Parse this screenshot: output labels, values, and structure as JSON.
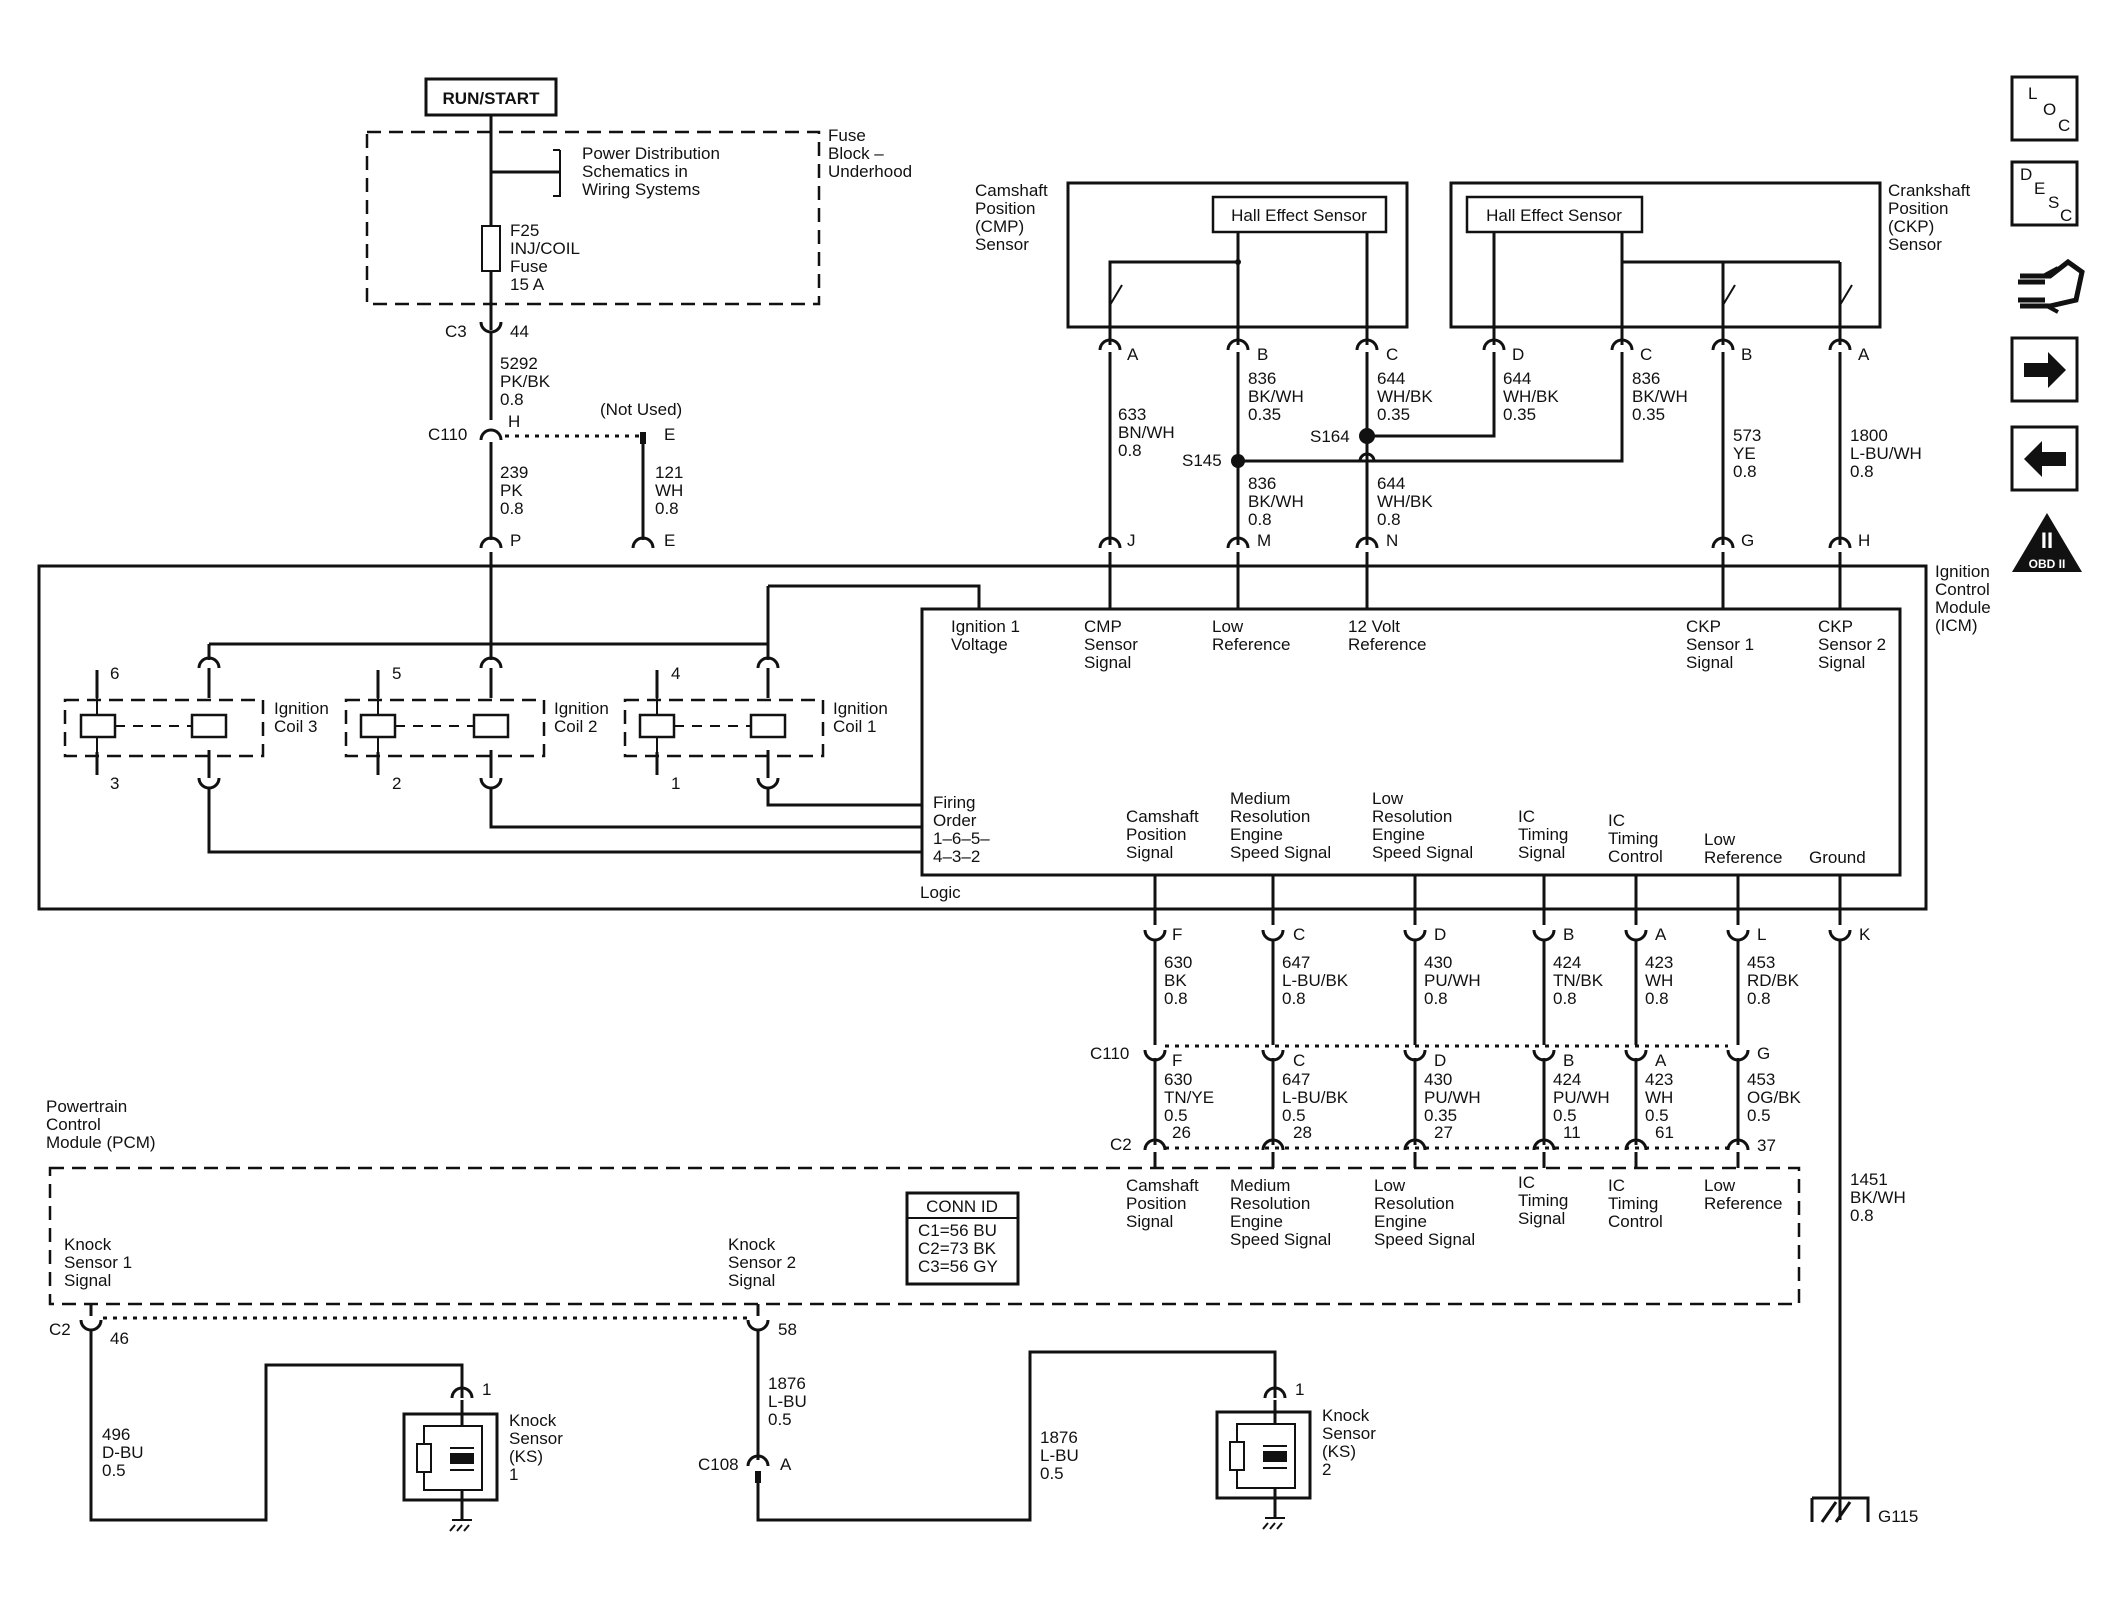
{
  "run_start": "RUN/START",
  "fuse_block": {
    "label": [
      "Fuse",
      "Block –",
      "Underhood"
    ],
    "power_dist": [
      "Power Distribution",
      "Schematics in",
      "Wiring Systems"
    ],
    "fuse": [
      "F25",
      "INJ/COIL",
      "Fuse",
      "15 A"
    ]
  },
  "c3": {
    "conn": "C3",
    "pin": "44"
  },
  "wire_5292": [
    "5292",
    "PK/BK",
    "0.8"
  ],
  "c110_top": {
    "conn": "C110",
    "pin_h": "H",
    "pin_e": "E",
    "not_used": "(Not Used)"
  },
  "wire_239": [
    "239",
    "PK",
    "0.8"
  ],
  "wire_121": [
    "121",
    "WH",
    "0.8"
  ],
  "icm_pins_top": {
    "p": "P",
    "e": "E",
    "j": "J",
    "m": "M",
    "n": "N",
    "g": "G",
    "h": "H"
  },
  "cmp_sensor": {
    "label": [
      "Camshaft",
      "Position",
      "(CMP)",
      "Sensor"
    ],
    "hall": "Hall Effect Sensor",
    "pin_a": "A",
    "pin_b": "B",
    "pin_c": "C"
  },
  "ckp_sensor": {
    "label": [
      "Crankshaft",
      "Position",
      "(CKP)",
      "Sensor"
    ],
    "hall": "Hall Effect Sensor",
    "pin_d": "D",
    "pin_c": "C",
    "pin_b": "B",
    "pin_a": "A"
  },
  "wires_sensor": {
    "w633": [
      "633",
      "BN/WH",
      "0.8"
    ],
    "w836a": [
      "836",
      "BK/WH",
      "0.35"
    ],
    "w644a": [
      "644",
      "WH/BK",
      "0.35"
    ],
    "w644b": [
      "644",
      "WH/BK",
      "0.35"
    ],
    "w836b": [
      "836",
      "BK/WH",
      "0.35"
    ],
    "w573": [
      "573",
      "YE",
      "0.8"
    ],
    "w1800": [
      "1800",
      "L-BU/WH",
      "0.8"
    ],
    "w836c": [
      "836",
      "BK/WH",
      "0.8"
    ],
    "w644c": [
      "644",
      "WH/BK",
      "0.8"
    ]
  },
  "splices": {
    "s145": "S145",
    "s164": "S164"
  },
  "icm": {
    "label": [
      "Ignition",
      "Control",
      "Module",
      "(ICM)"
    ],
    "logic": "Logic"
  },
  "icm_inputs": {
    "ign1": [
      "Ignition 1",
      "Voltage"
    ],
    "cmp": [
      "CMP",
      "Sensor",
      "Signal"
    ],
    "low_ref": [
      "Low",
      "Reference"
    ],
    "v12": [
      "12 Volt",
      "Reference"
    ],
    "ckp1": [
      "CKP",
      "Sensor 1",
      "Signal"
    ],
    "ckp2": [
      "CKP",
      "Sensor 2",
      "Signal"
    ]
  },
  "firing_order": [
    "Firing",
    "Order",
    "1–6–5–",
    "4–3–2"
  ],
  "coils": [
    {
      "name": [
        "Ignition",
        "Coil 3"
      ],
      "top": "6",
      "bottom": "3"
    },
    {
      "name": [
        "Ignition",
        "Coil 2"
      ],
      "top": "5",
      "bottom": "2"
    },
    {
      "name": [
        "Ignition",
        "Coil 1"
      ],
      "top": "4",
      "bottom": "1"
    }
  ],
  "icm_outputs": {
    "cam": [
      "Camshaft",
      "Position",
      "Signal"
    ],
    "med": [
      "Medium",
      "Resolution",
      "Engine",
      "Speed Signal"
    ],
    "low": [
      "Low",
      "Resolution",
      "Engine",
      "Speed Signal"
    ],
    "ict": [
      "IC",
      "Timing",
      "Signal"
    ],
    "icc": [
      "IC",
      "Timing",
      "Control"
    ],
    "lref": [
      "Low",
      "Reference"
    ],
    "gnd": "Ground"
  },
  "icm_pins_bottom": {
    "f": "F",
    "c": "C",
    "d": "D",
    "b": "B",
    "a": "A",
    "l": "L",
    "k": "K"
  },
  "wires_lower": {
    "w630": [
      "630",
      "BK",
      "0.8"
    ],
    "w647": [
      "647",
      "L-BU/BK",
      "0.8"
    ],
    "w430": [
      "430",
      "PU/WH",
      "0.8"
    ],
    "w424": [
      "424",
      "TN/BK",
      "0.8"
    ],
    "w423": [
      "423",
      "WH",
      "0.8"
    ],
    "w453": [
      "453",
      "RD/BK",
      "0.8"
    ],
    "w630b": [
      "630",
      "TN/YE",
      "0.5"
    ],
    "w647b": [
      "647",
      "L-BU/BK",
      "0.5"
    ],
    "w430b": [
      "430",
      "PU/WH",
      "0.35"
    ],
    "w424b": [
      "424",
      "PU/WH",
      "0.5"
    ],
    "w423b": [
      "423",
      "WH",
      "0.5"
    ],
    "w453b": [
      "453",
      "OG/BK",
      "0.5"
    ],
    "w1451": [
      "1451",
      "BK/WH",
      "0.8"
    ]
  },
  "c110_lower": {
    "conn": "C110",
    "f": "F",
    "c": "C",
    "d": "D",
    "b": "B",
    "a": "A",
    "g": "G"
  },
  "c2_pins": {
    "conn": "C2",
    "p26": "26",
    "p28": "28",
    "p27": "27",
    "p11": "11",
    "p61": "61",
    "p37": "37"
  },
  "pcm": {
    "label": [
      "Powertrain",
      "Control",
      "Module (PCM)"
    ],
    "cam": [
      "Camshaft",
      "Position",
      "Signal"
    ],
    "med": [
      "Medium",
      "Resolution",
      "Engine",
      "Speed Signal"
    ],
    "low": [
      "Low",
      "Resolution",
      "Engine",
      "Speed Signal"
    ],
    "ict": [
      "IC",
      "Timing",
      "Signal"
    ],
    "icc": [
      "IC",
      "Timing",
      "Control"
    ],
    "lref": [
      "Low",
      "Reference"
    ],
    "ks1": [
      "Knock",
      "Sensor 1",
      "Signal"
    ],
    "ks2": [
      "Knock",
      "Sensor 2",
      "Signal"
    ]
  },
  "conn_id": {
    "title": "CONN ID",
    "rows": [
      "C1=56 BU",
      "C2=73 BK",
      "C3=56 GY"
    ]
  },
  "knock": {
    "c2": "C2",
    "p46": "46",
    "p58": "58",
    "w496": [
      "496",
      "D-BU",
      "0.5"
    ],
    "w1876a": [
      "1876",
      "L-BU",
      "0.5"
    ],
    "w1876b": [
      "1876",
      "L-BU",
      "0.5"
    ],
    "c108": "C108",
    "c108_pin": "A",
    "ks1": [
      "Knock",
      "Sensor",
      "(KS)",
      "1"
    ],
    "ks1_pin": "1",
    "ks2": [
      "Knock",
      "Sensor",
      "(KS)",
      "2"
    ],
    "ks2_pin": "1"
  },
  "ground": "G115",
  "nav": {
    "loc": [
      "L",
      "O",
      "C"
    ],
    "desc": [
      "D",
      "E",
      "S",
      "C"
    ],
    "obd": [
      "II",
      "OBD II"
    ],
    "icons": [
      "loc-icon",
      "desc-icon",
      "connector-icon",
      "next-arrow-icon",
      "back-arrow-icon",
      "obd-ii-icon"
    ]
  }
}
